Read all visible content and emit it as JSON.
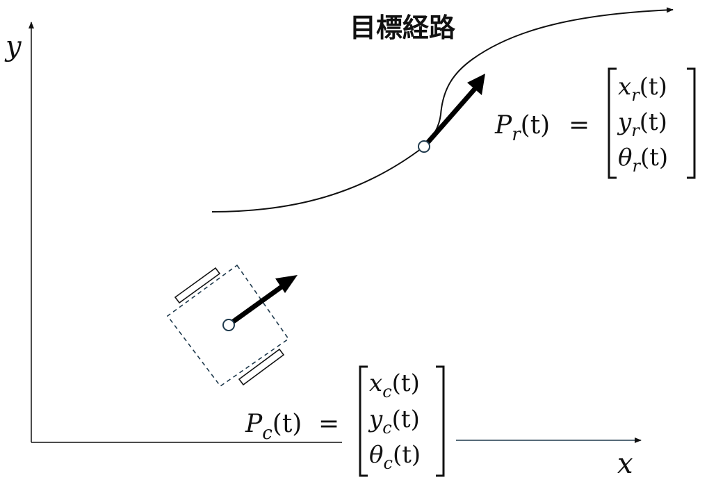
{
  "title": "目標経路",
  "axes": {
    "x_label": "x",
    "y_label": "y"
  },
  "reference": {
    "lhs_symbol": "P",
    "lhs_sub": "r",
    "arg": "(t)",
    "equals": "=",
    "vector": [
      {
        "sym": "x",
        "sub": "r",
        "arg": "(t)"
      },
      {
        "sym": "y",
        "sub": "r",
        "arg": "(t)"
      },
      {
        "sym": "θ",
        "sub": "r",
        "arg": "(t)"
      }
    ]
  },
  "current": {
    "lhs_symbol": "P",
    "lhs_sub": "c",
    "arg": "(t)",
    "equals": "=",
    "vector": [
      {
        "sym": "x",
        "sub": "c",
        "arg": "(t)"
      },
      {
        "sym": "y",
        "sub": "c",
        "arg": "(t)"
      },
      {
        "sym": "θ",
        "sub": "c",
        "arg": "(t)"
      }
    ]
  },
  "colors": {
    "robot_outline": "#1f3a4d",
    "axis_right": "#1f3a4d",
    "ink": "#111111"
  }
}
